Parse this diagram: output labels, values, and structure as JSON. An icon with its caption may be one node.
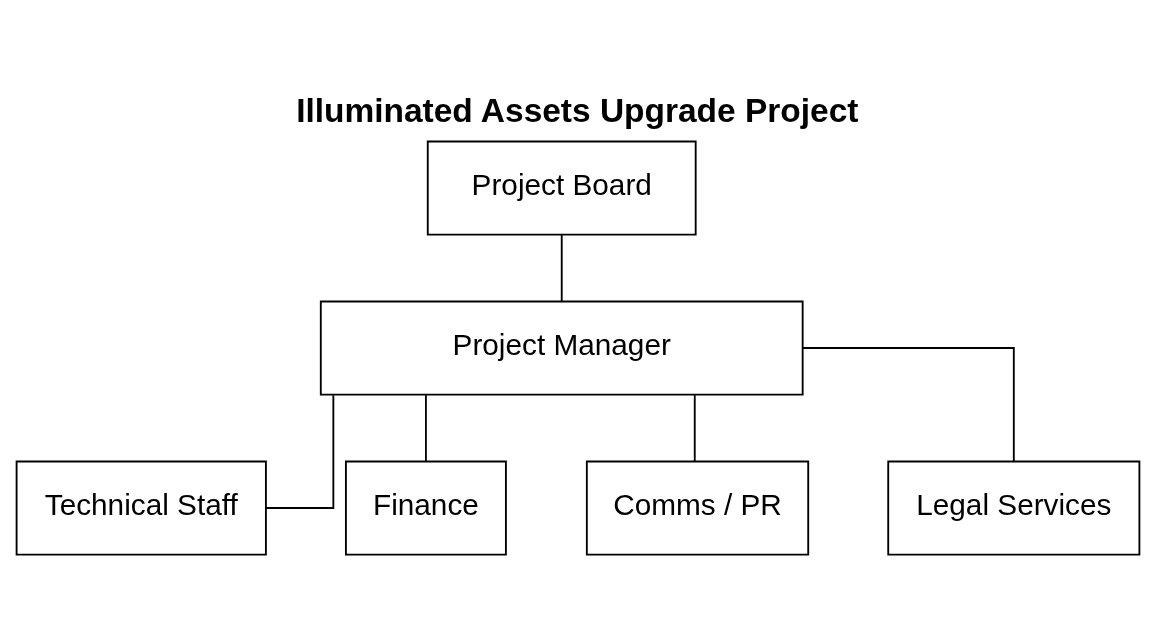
{
  "diagram": {
    "title": "Illuminated Assets Upgrade Project",
    "nodes": [
      {
        "text": [
          "Project Board"
        ]
      },
      {
        "text": [
          "Project Manager"
        ]
      },
      {
        "text": [
          "Technical Staff"
        ]
      },
      {
        "text": [
          "Finance"
        ]
      },
      {
        "text": [
          "Comms / PR"
        ]
      },
      {
        "text": [
          "Legal Services"
        ]
      }
    ],
    "edges": [
      {
        "from": 0,
        "to": 1,
        "arrow": "none"
      },
      {
        "from": 1,
        "to": 2,
        "arrow": "none"
      },
      {
        "from": 1,
        "to": 3,
        "arrow": "none"
      },
      {
        "from": 1,
        "to": 4,
        "arrow": "none"
      },
      {
        "from": 1,
        "to": 5,
        "arrow": "none"
      }
    ]
  }
}
